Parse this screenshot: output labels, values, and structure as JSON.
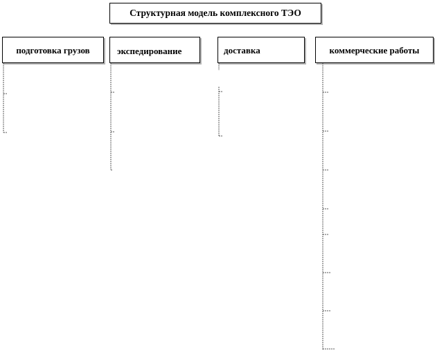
{
  "diagram": {
    "title": "Структурная модель комплексного ТЭО",
    "branches": [
      {
        "id": "cargo-prep",
        "label": "подготовка грузов"
      },
      {
        "id": "forwarding",
        "label": "экспедирование"
      },
      {
        "id": "delivery",
        "label": "доставка"
      },
      {
        "id": "commercial",
        "label": "коммерческие работы"
      }
    ]
  }
}
